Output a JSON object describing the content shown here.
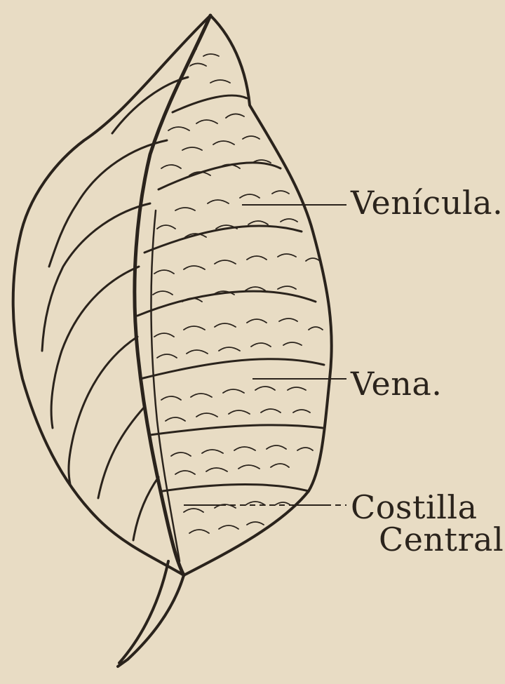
{
  "figure": {
    "background_color": "#e8dcc4",
    "ink_color": "#2a231c",
    "labels": {
      "venicula": "Venícula.",
      "vena": "Vena.",
      "costilla_line1": "Costilla",
      "costilla_line2": "Central."
    }
  }
}
